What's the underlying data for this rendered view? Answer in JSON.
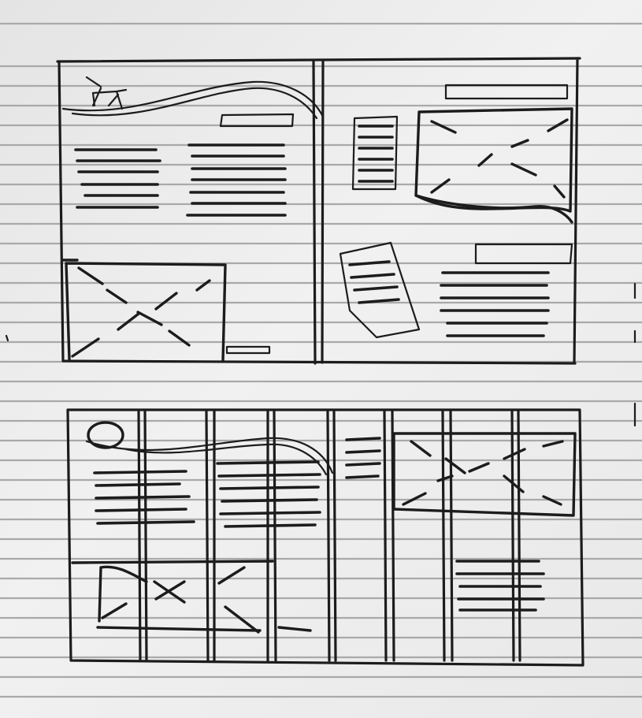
{
  "colors": {
    "paper": "#ebebeb",
    "ruled_line": "#a9a9a9",
    "pencil_ink": "#1c1c1c"
  },
  "sketch": {
    "kind": "hand-drawn magazine spread layout thumbnails",
    "spread_count": 2,
    "placeholders": [
      "image-placeholder",
      "text-block",
      "headline-bar",
      "logo-mark"
    ]
  }
}
